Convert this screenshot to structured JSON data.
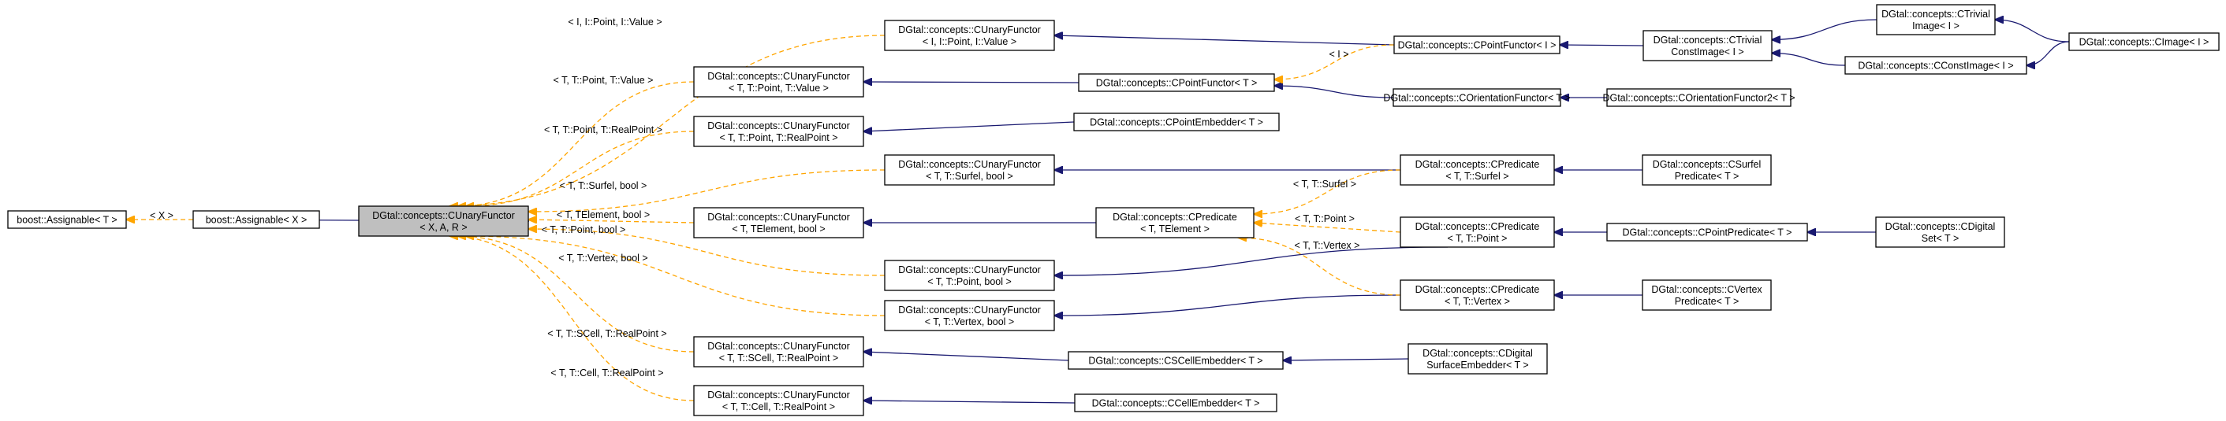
{
  "colors": {
    "inheritance": "#191970",
    "template_instance": "#ffa500",
    "focus_fill": "#bfbfbf",
    "node_stroke": "#000000"
  },
  "nodes": {
    "boost_assignable_T": [
      "boost::Assignable< T >"
    ],
    "boost_assignable_X": [
      "boost::Assignable< X >"
    ],
    "cunary_XAR": [
      "DGtal::concepts::CUnaryFunctor",
      "< X, A, R >"
    ],
    "cunary_I_point_value": [
      "DGtal::concepts::CUnaryFunctor",
      "< I, I::Point, I::Value >"
    ],
    "cunary_T_point_value": [
      "DGtal::concepts::CUnaryFunctor",
      "< T, T::Point, T::Value >"
    ],
    "cunary_T_point_realpoint": [
      "DGtal::concepts::CUnaryFunctor",
      "< T, T::Point, T::RealPoint >"
    ],
    "cunary_T_surfel_bool": [
      "DGtal::concepts::CUnaryFunctor",
      "< T, T::Surfel, bool >"
    ],
    "cunary_T_telement_bool": [
      "DGtal::concepts::CUnaryFunctor",
      "< T, TElement, bool >"
    ],
    "cunary_T_point_bool": [
      "DGtal::concepts::CUnaryFunctor",
      "< T, T::Point, bool >"
    ],
    "cunary_T_vertex_bool": [
      "DGtal::concepts::CUnaryFunctor",
      "< T, T::Vertex, bool >"
    ],
    "cunary_T_scell_realpoint": [
      "DGtal::concepts::CUnaryFunctor",
      "< T, T::SCell, T::RealPoint >"
    ],
    "cunary_T_cell_realpoint": [
      "DGtal::concepts::CUnaryFunctor",
      "< T, T::Cell, T::RealPoint >"
    ],
    "cpointfunctor_I": [
      "DGtal::concepts::CPointFunctor< I >"
    ],
    "cpointfunctor_T": [
      "DGtal::concepts::CPointFunctor< T >"
    ],
    "cpointembedder_T": [
      "DGtal::concepts::CPointEmbedder< T >"
    ],
    "corientationfunctor_T": [
      "DGtal::concepts::COrientationFunctor< T >"
    ],
    "corientationfunctor2_T": [
      "DGtal::concepts::COrientationFunctor2< T >"
    ],
    "ctrivialconstimage_I": [
      "DGtal::concepts::CTrivial",
      "ConstImage< I >"
    ],
    "ctrivialimage_I": [
      "DGtal::concepts::CTrivial",
      "Image< I >"
    ],
    "cconstimage_I": [
      "DGtal::concepts::CConstImage< I >"
    ],
    "cimage_I": [
      "DGtal::concepts::CImage< I >"
    ],
    "cpredicate_T_surfel": [
      "DGtal::concepts::CPredicate",
      "< T, T::Surfel >"
    ],
    "csurfelpredicate_T": [
      "DGtal::concepts::CSurfel",
      "Predicate< T >"
    ],
    "cpredicate_T_telement": [
      "DGtal::concepts::CPredicate",
      "< T, TElement >"
    ],
    "cpredicate_T_point": [
      "DGtal::concepts::CPredicate",
      "< T, T::Point >"
    ],
    "cpointpredicate_T": [
      "DGtal::concepts::CPointPredicate< T >"
    ],
    "cdigitalset_T": [
      "DGtal::concepts::CDigital",
      "Set< T >"
    ],
    "cpredicate_T_vertex": [
      "DGtal::concepts::CPredicate",
      "< T, T::Vertex >"
    ],
    "cvertexpredicate_T": [
      "DGtal::concepts::CVertex",
      "Predicate< T >"
    ],
    "cscellembedder_T": [
      "DGtal::concepts::CSCellEmbedder< T >"
    ],
    "cdigitalsurfaceembedder_T": [
      "DGtal::concepts::CDigital",
      "SurfaceEmbedder< T >"
    ],
    "ccellembedder_T": [
      "DGtal::concepts::CCellEmbedder< T >"
    ]
  },
  "edge_labels": {
    "X": "< X >",
    "I_point_value": "< I, I::Point, I::Value >",
    "T_point_value": "< T, T::Point, T::Value >",
    "T_point_realpoint": "< T, T::Point, T::RealPoint >",
    "T_surfel_bool": "< T, T::Surfel, bool >",
    "T_telement_bool": "< T, TElement, bool >",
    "T_point_bool": "< T, T::Point, bool >",
    "T_vertex_bool": "< T, T::Vertex, bool >",
    "T_scell_realpoint": "< T, T::SCell, T::RealPoint >",
    "T_cell_realpoint": "< T, T::Cell, T::RealPoint >",
    "I": "< I >",
    "T_surfel": "< T, T::Surfel >",
    "T_point": "< T, T::Point >",
    "T_vertex": "< T, T::Vertex >"
  }
}
